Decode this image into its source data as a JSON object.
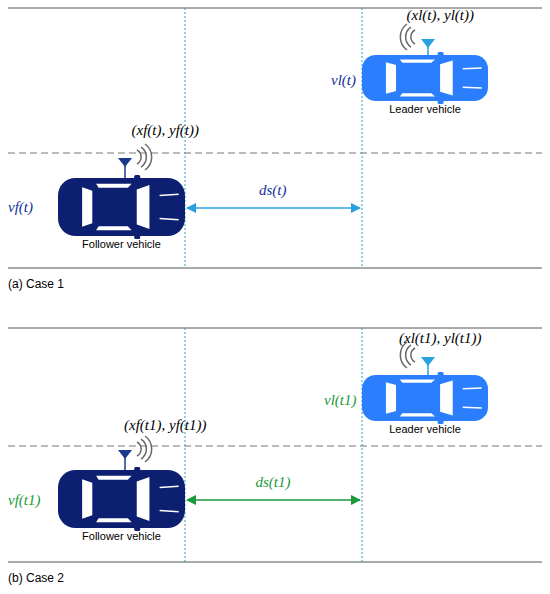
{
  "diagram": {
    "nodes": [
      {
        "text": [
          "Leader vehicle"
        ]
      },
      {
        "text": [
          "Follower vehicle"
        ]
      },
      {
        "text": [
          "Leader vehicle"
        ]
      },
      {
        "text": [
          "Follower vehicle"
        ]
      }
    ],
    "labels": [
      "(xl(t), yl(t))",
      "vl(t)",
      "(xf(t), yf(t))",
      "vf(t)",
      "ds(t)",
      "(a) Case 1",
      "(xl(t1), yl(t1))",
      "vl(t1)",
      "(xf(t1), yf(t1))",
      "vf(t1)",
      "ds(t1)",
      "(b) Case 2"
    ]
  }
}
